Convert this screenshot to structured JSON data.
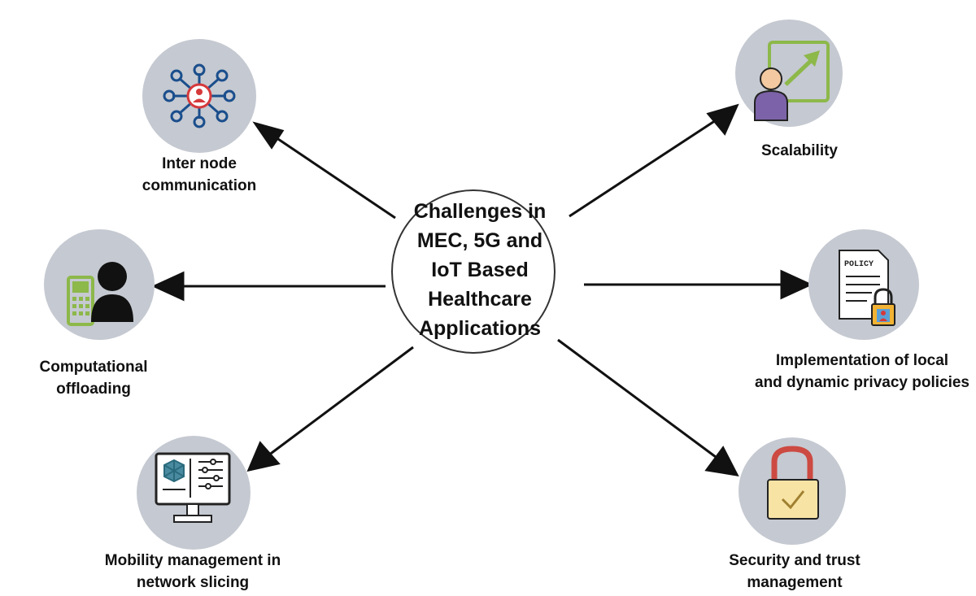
{
  "center": {
    "lines": [
      "Challenges in",
      "MEC, 5G and",
      "IoT Based",
      "Healthcare",
      "Applications"
    ]
  },
  "nodes": {
    "inter_node": {
      "lines": [
        "Inter node",
        "communication"
      ],
      "icon": "network-icon"
    },
    "computational": {
      "lines": [
        "Computational",
        "offloading"
      ],
      "icon": "phone-user-icon"
    },
    "mobility": {
      "lines": [
        "Mobility management in",
        "network slicing"
      ],
      "icon": "monitor-settings-icon"
    },
    "scalability": {
      "lines": [
        "Scalability"
      ],
      "icon": "scale-up-icon"
    },
    "privacy": {
      "lines": [
        "Implementation of local",
        "and dynamic privacy policies"
      ],
      "icon": "policy-lock-icon",
      "doc_text": "POLICY"
    },
    "security": {
      "lines": [
        "Security and trust",
        "management"
      ],
      "icon": "padlock-check-icon"
    }
  },
  "colors": {
    "circle_bg": "#c5c9d1",
    "icon_blue": "#1a4e8c",
    "icon_red": "#d6393b",
    "icon_green": "#8db84a",
    "icon_teal": "#2a6a7c",
    "icon_purple": "#7c62a8",
    "lock_red": "#cc4a42",
    "lock_yellow": "#f7e3a4"
  }
}
